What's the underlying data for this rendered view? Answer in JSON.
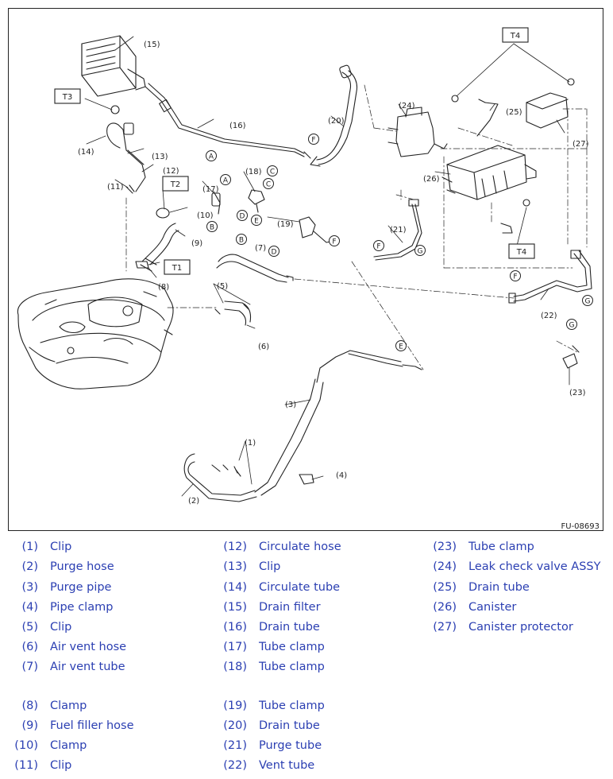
{
  "figure_id": "FU-08693",
  "torque_tags": [
    "T1",
    "T2",
    "T3",
    "T4",
    "T4"
  ],
  "connectors": [
    "A",
    "A",
    "B",
    "B",
    "C",
    "C",
    "D",
    "D",
    "E",
    "E",
    "F",
    "F",
    "F",
    "F",
    "G",
    "G",
    "G"
  ],
  "callouts": [
    "(1)",
    "(2)",
    "(3)",
    "(4)",
    "(5)",
    "(6)",
    "(7)",
    "(8)",
    "(9)",
    "(10)",
    "(11)",
    "(12)",
    "(13)",
    "(14)",
    "(15)",
    "(16)",
    "(17)",
    "(18)",
    "(19)",
    "(20)",
    "(21)",
    "(22)",
    "(23)",
    "(24)",
    "(25)",
    "(26)",
    "(27)"
  ],
  "legend": [
    {
      "num": "(1)",
      "name": "Clip"
    },
    {
      "num": "(2)",
      "name": "Purge hose"
    },
    {
      "num": "(3)",
      "name": "Purge pipe"
    },
    {
      "num": "(4)",
      "name": "Pipe clamp"
    },
    {
      "num": "(5)",
      "name": "Clip"
    },
    {
      "num": "(6)",
      "name": "Air vent hose"
    },
    {
      "num": "(7)",
      "name": "Air vent tube"
    },
    {
      "num": "(8)",
      "name": "Clamp"
    },
    {
      "num": "(9)",
      "name": "Fuel filler hose"
    },
    {
      "num": "(10)",
      "name": "Clamp"
    },
    {
      "num": "(11)",
      "name": "Clip"
    },
    {
      "num": "(12)",
      "name": "Circulate hose"
    },
    {
      "num": "(13)",
      "name": "Clip"
    },
    {
      "num": "(14)",
      "name": "Circulate tube"
    },
    {
      "num": "(15)",
      "name": "Drain filter"
    },
    {
      "num": "(16)",
      "name": "Drain tube"
    },
    {
      "num": "(17)",
      "name": "Tube clamp"
    },
    {
      "num": "(18)",
      "name": "Tube clamp"
    },
    {
      "num": "(19)",
      "name": "Tube clamp"
    },
    {
      "num": "(20)",
      "name": "Drain tube"
    },
    {
      "num": "(21)",
      "name": "Purge tube"
    },
    {
      "num": "(22)",
      "name": "Vent tube"
    },
    {
      "num": "(23)",
      "name": "Tube clamp"
    },
    {
      "num": "(24)",
      "name": "Leak check valve ASSY"
    },
    {
      "num": "(25)",
      "name": "Drain tube"
    },
    {
      "num": "(26)",
      "name": "Canister"
    },
    {
      "num": "(27)",
      "name": "Canister protector"
    }
  ],
  "colors": {
    "legend_text": "#2b3fb2",
    "line": "#222222",
    "frame": "#222222"
  }
}
